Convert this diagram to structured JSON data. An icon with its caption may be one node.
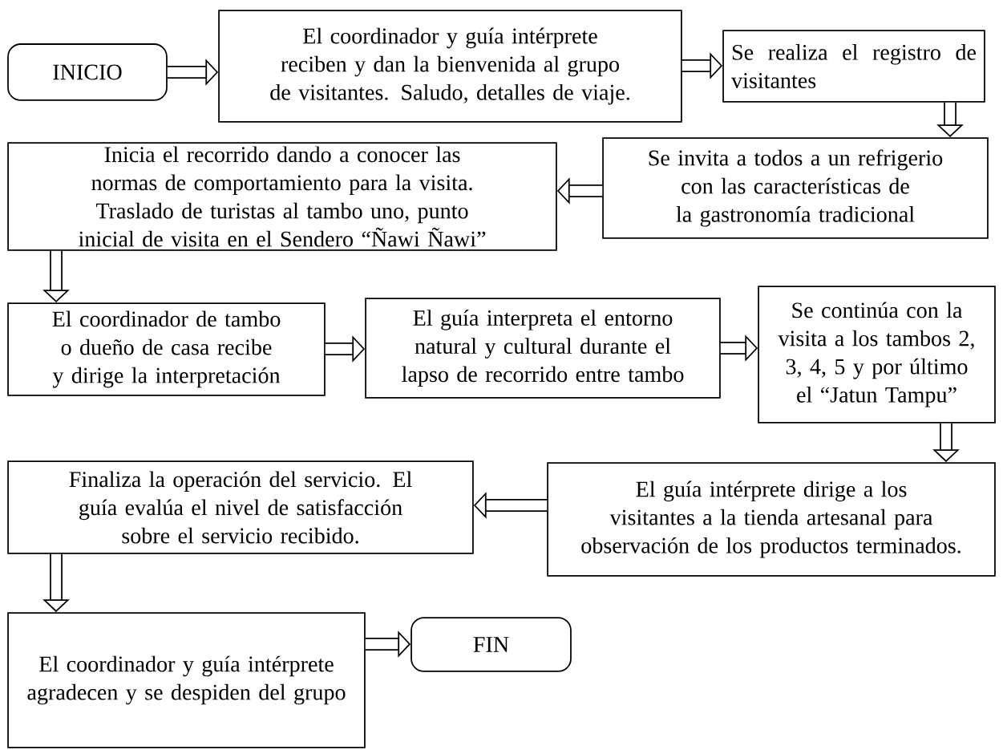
{
  "diagram": {
    "nodes": [
      {
        "text": [
          "INICIO"
        ]
      },
      {
        "text": [
          "El coordinador y guía intérprete reciben y dan la bienvenida al grupo de visitantes.  Saludo, detalles de viaje."
        ]
      },
      {
        "text": [
          "Se realiza el registro de visitantes"
        ]
      },
      {
        "text": [
          "Se invita a todos a un refrigerio con las características de la gastronomía tradicional"
        ]
      },
      {
        "text": [
          "Inicia el recorrido dando a conocer las normas de comportamiento para la visita. Traslado de turistas al tambo uno, punto inicial de visita en el Sendero “Ñawi Ñawi”"
        ]
      },
      {
        "text": [
          "El coordinador de tambo o dueño de casa recibe y dirige la interpretación"
        ]
      },
      {
        "text": [
          "El guía interpreta el entorno natural y cultural durante el lapso de recorrido entre tambo"
        ]
      },
      {
        "text": [
          "Se continúa con la visita a los tambos 2, 3, 4, 5 y por último el “Jatun Tampu”"
        ]
      },
      {
        "text": [
          "El guía intérprete dirige a los visitantes a la tienda artesanal para observación de los productos terminados."
        ]
      },
      {
        "text": [
          "Finaliza la operación del servicio. El guía evalúa el nivel de satisfacción sobre el servicio recibido."
        ]
      },
      {
        "text": [
          "El coordinador y guía intérprete agradecen y se despiden del grupo"
        ]
      },
      {
        "text": [
          "FIN"
        ]
      }
    ],
    "edges": [
      {
        "from": 0,
        "to": 1,
        "arrow": "to"
      },
      {
        "from": 1,
        "to": 2,
        "arrow": "to"
      },
      {
        "from": 2,
        "to": 3,
        "arrow": "to"
      },
      {
        "from": 3,
        "to": 4,
        "arrow": "to"
      },
      {
        "from": 4,
        "to": 5,
        "arrow": "to"
      },
      {
        "from": 5,
        "to": 6,
        "arrow": "to"
      },
      {
        "from": 6,
        "to": 7,
        "arrow": "to"
      },
      {
        "from": 7,
        "to": 8,
        "arrow": "to"
      },
      {
        "from": 8,
        "to": 9,
        "arrow": "to"
      },
      {
        "from": 9,
        "to": 10,
        "arrow": "to"
      },
      {
        "from": 10,
        "to": 11,
        "arrow": "to"
      }
    ]
  }
}
